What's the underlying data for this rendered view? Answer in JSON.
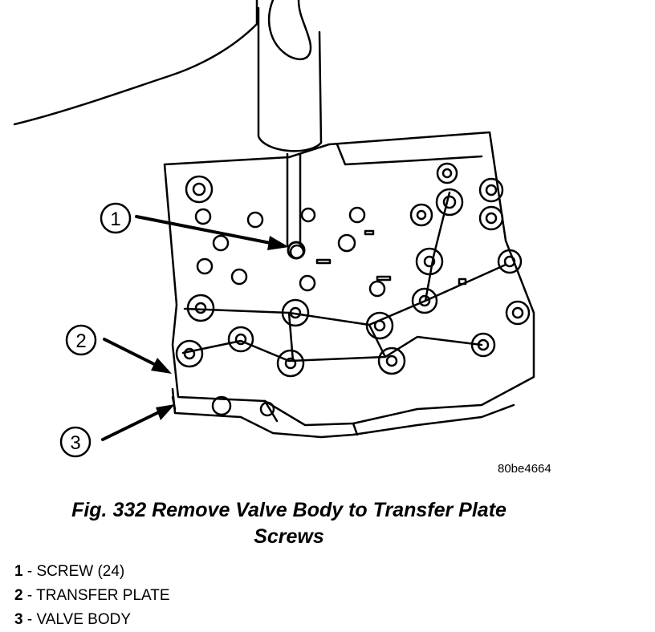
{
  "figure": {
    "reference_code": "80be4664",
    "callouts": [
      "1",
      "2",
      "3"
    ]
  },
  "caption": {
    "line1": "Fig. 332 Remove Valve Body to Transfer Plate",
    "line2": "Screws"
  },
  "legend": [
    {
      "num": "1",
      "text": " - SCREW (24)"
    },
    {
      "num": "2",
      "text": " - TRANSFER PLATE"
    },
    {
      "num": "3",
      "text": " - VALVE BODY"
    }
  ]
}
